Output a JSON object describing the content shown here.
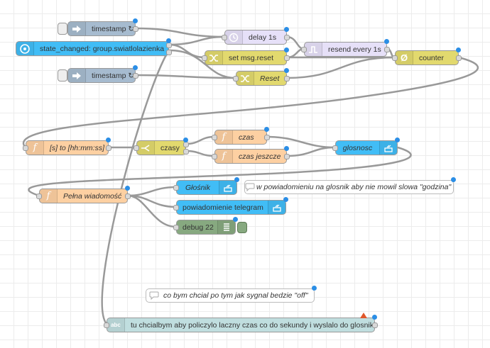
{
  "canvas": {
    "background": "#ffffff",
    "grid_color": "#ececec",
    "wire_color": "#999999",
    "port_color": "#d9d9d9"
  },
  "nodes": {
    "timestamp1": {
      "label": "timestamp ↻",
      "color": "#a6bbcf",
      "icon": "arrow-right-icon"
    },
    "state_changed": {
      "label": "state_changed: group.swiatlolazienka",
      "color": "#41bdf6",
      "icon": "home-assistant-icon"
    },
    "timestamp2": {
      "label": "timestamp ↻",
      "color": "#a6bbcf",
      "icon": "arrow-right-icon"
    },
    "delay": {
      "label": "delay 1s",
      "color": "#e6e0f8",
      "icon": "clock-icon"
    },
    "set_msg": {
      "label": "set msg.reset",
      "color": "#e2d96e",
      "icon": "shuffle-icon"
    },
    "reset": {
      "label": "Reset",
      "color": "#e2d96e",
      "icon": "shuffle-icon"
    },
    "resend": {
      "label": "resend every 1s",
      "color": "#e6e0f8",
      "icon": "trigger-icon"
    },
    "counter": {
      "label": "counter",
      "color": "#e2d96e",
      "icon": "counter-icon"
    },
    "to_hms": {
      "label": "[s] to [hh:mm:ss]",
      "color": "#fdd0a2",
      "icon": "function-icon"
    },
    "czasy": {
      "label": "czasy",
      "color": "#e2d96e",
      "icon": "switch-icon"
    },
    "czas": {
      "label": "czas",
      "color": "#fdd0a2",
      "icon": "function-icon"
    },
    "czas_jeszcze": {
      "label": "czas jeszcze",
      "color": "#fdd0a2",
      "icon": "function-icon"
    },
    "glosnosc": {
      "label": "glosnosc",
      "color": "#41bdf6",
      "icon": "service-icon"
    },
    "pelna": {
      "label": "Pełna wiadomość",
      "color": "#fdd0a2",
      "icon": "function-icon"
    },
    "glosnik": {
      "label": "Głośnik",
      "color": "#41bdf6",
      "icon": "service-icon"
    },
    "telegram": {
      "label": "powiadomienie telegram",
      "color": "#41bdf6",
      "icon": "service-icon"
    },
    "debug": {
      "label": "debug 22",
      "color": "#87a980",
      "icon": "debug-list-icon"
    },
    "template": {
      "label": "tu chcialbym aby policzylo laczny czas co do sekundy i wyslalo do glosnika",
      "color": "#c0dedf",
      "icon": "template-abc-icon"
    }
  },
  "comments": {
    "c1": {
      "label": "w powiadomieniu na glosnik aby nie mowil slowa \"godzina\"",
      "icon": "speech-bubble-icon"
    },
    "c2": {
      "label": "co bym chcial po tym jak sygnal bedzie \"off\"",
      "icon": "speech-bubble-icon"
    }
  }
}
